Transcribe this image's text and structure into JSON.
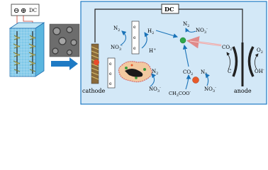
{
  "power_supply": {
    "minus_symbol": "⊖",
    "plus_symbol": "⊕",
    "label": "DC"
  },
  "circuit": {
    "label": "DC"
  },
  "electrodes": {
    "cathode_label": "cathode",
    "anode_label": "anode",
    "electron": "e"
  },
  "species": {
    "n2": "N",
    "n2_sub": "2",
    "no3": "NO",
    "no3_sub": "3",
    "no3_sup": "-",
    "h_plus": "H",
    "h_plus_sup": "+",
    "h2": "H",
    "h2_sub": "2",
    "co2": "CO",
    "co2_sub": "2",
    "o2": "O",
    "o2_sub": "2",
    "oh": "OH",
    "oh_sup": "-",
    "c_fragment": "C",
    "acetate": "CH",
    "acetate_sub": "3",
    "acetate_tail": "COO",
    "acetate_sup": "-"
  },
  "colors": {
    "panel_bg": "#d3e8f7",
    "water": "#7ec8e8",
    "arrow_blue": "#1a73b8",
    "arrow_pink": "#e8a0a0",
    "electrode_dark": "#1a1a1a",
    "biofilm": "#c8a060",
    "green_dot": "#2fa84a",
    "orange_dot": "#e85a2a"
  }
}
